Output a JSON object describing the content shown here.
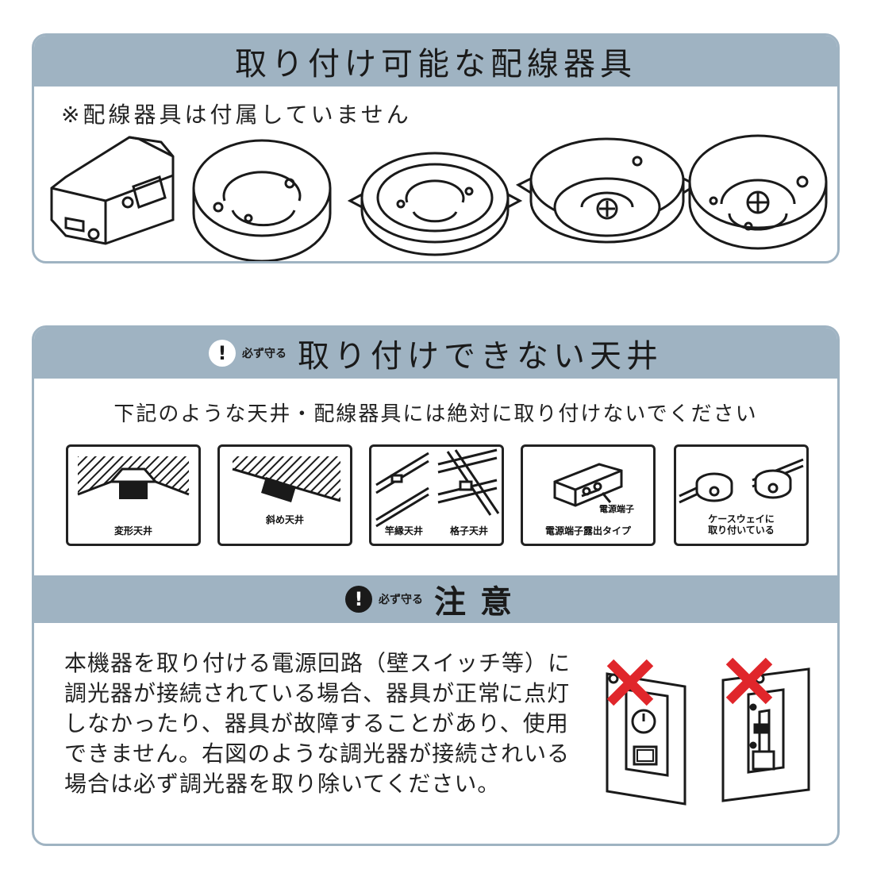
{
  "section1": {
    "title": "取り付け可能な配線器具",
    "note": "※配線器具は付属していません",
    "fixture_icons": [
      "hikkake-rosette-icon",
      "round-rosette-icon",
      "round-ceiling-plate-icon",
      "hook-ceiling-icon",
      "round-hook-ceiling-icon"
    ]
  },
  "section2": {
    "must_label": "必ず守る",
    "title": "取り付けできない天井",
    "subtitle": "下記のような天井・配線器具には絶対に取り付けないでください",
    "cards": [
      {
        "icon": "irregular-ceiling-icon",
        "caption": "変形天井"
      },
      {
        "icon": "sloped-ceiling-icon",
        "caption": "斜め天井"
      },
      {
        "icon": "beam-ceiling-icon",
        "caption": "竿縁天井",
        "caption2": "格子天井"
      },
      {
        "icon": "exposed-terminal-icon",
        "caption": "電源端子露出タイプ",
        "inner_label": "電源端子"
      },
      {
        "icon": "cableway-icon",
        "caption_line1": "ケースウェイに",
        "caption_line2": "取り付いている"
      }
    ]
  },
  "section3": {
    "must_label": "必ず守る",
    "title": "注意",
    "paragraph": "本機器を取り付ける電源回路（壁スイッチ等）に調光器が接続されている場合、器具が正常に点灯しなかったり、器具が故障することがあり、使用できません。右図のような調光器が接続されいる場合は必ず調光器を取り除いてください。",
    "illustrations": [
      "dial-dimmer-switch-icon",
      "slide-dimmer-switch-icon"
    ],
    "cross_color": "#e0262b"
  },
  "colors": {
    "band": "#9fb3c2",
    "border": "#9fb3c2"
  }
}
